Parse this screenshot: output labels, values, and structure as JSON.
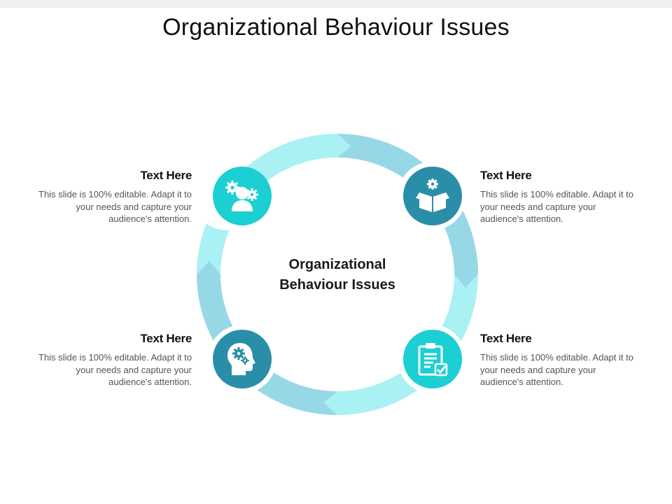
{
  "slide": {
    "title": "Organizational Behaviour Issues",
    "center_label_line1": "Organizational",
    "center_label_line2": "Behaviour Issues"
  },
  "colors": {
    "arrow_light": "#a9f1f3",
    "arrow_mid": "#97d8e7",
    "node_teal": "#1ccfd3",
    "node_dark": "#2a8ea9",
    "text_dark": "#111111",
    "text_body": "#555555"
  },
  "items": [
    {
      "position": "top-left",
      "heading": "Text Here",
      "body": "This slide is 100% editable. Adapt it to your needs and capture your audience's attention.",
      "icon": "person-gears-icon",
      "color": "#1ccfd3"
    },
    {
      "position": "top-right",
      "heading": "Text Here",
      "body": "This slide is 100% editable. Adapt it to your needs and capture your audience's attention.",
      "icon": "box-gear-icon",
      "color": "#2a8ea9"
    },
    {
      "position": "bottom-left",
      "heading": "Text Here",
      "body": "This slide is 100% editable. Adapt it to your needs and capture your audience's attention.",
      "icon": "brain-gears-icon",
      "color": "#2a8ea9"
    },
    {
      "position": "bottom-right",
      "heading": "Text Here",
      "body": "This slide is 100% editable. Adapt it to your needs and capture your audience's attention.",
      "icon": "clipboard-check-icon",
      "color": "#1ccfd3"
    }
  ]
}
